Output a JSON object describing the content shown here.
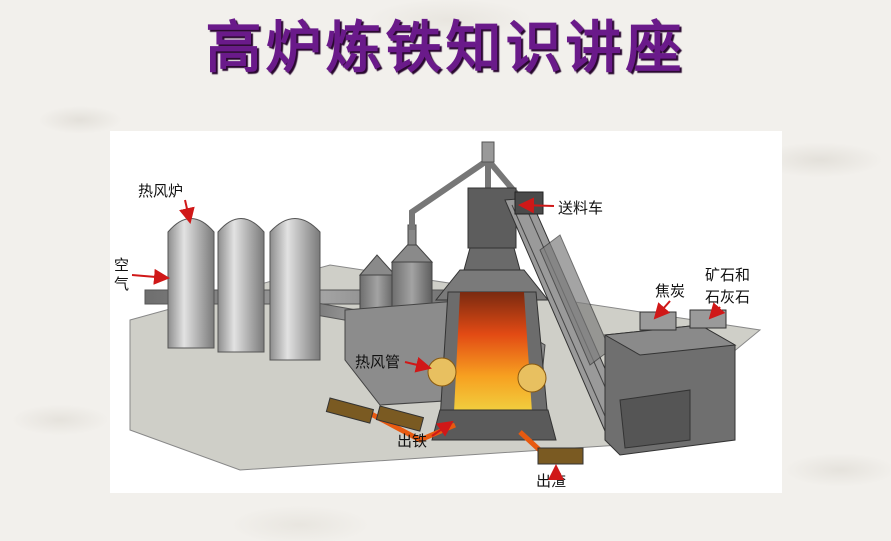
{
  "title": "高炉炼铁知识讲座",
  "labels": {
    "hot_stove": "热风炉",
    "air_1": "空",
    "air_2": "气",
    "skip_car": "送料车",
    "coke": "焦炭",
    "ore_1": "矿石和",
    "ore_2": "石灰石",
    "blast_pipe": "热风管",
    "iron_tap": "出铁",
    "slag_tap": "出渣"
  },
  "colors": {
    "title": "#6a1a8a",
    "steel": "#a8a8a8",
    "furnace_fire": "#e8501a",
    "arrow": "#d01818"
  }
}
